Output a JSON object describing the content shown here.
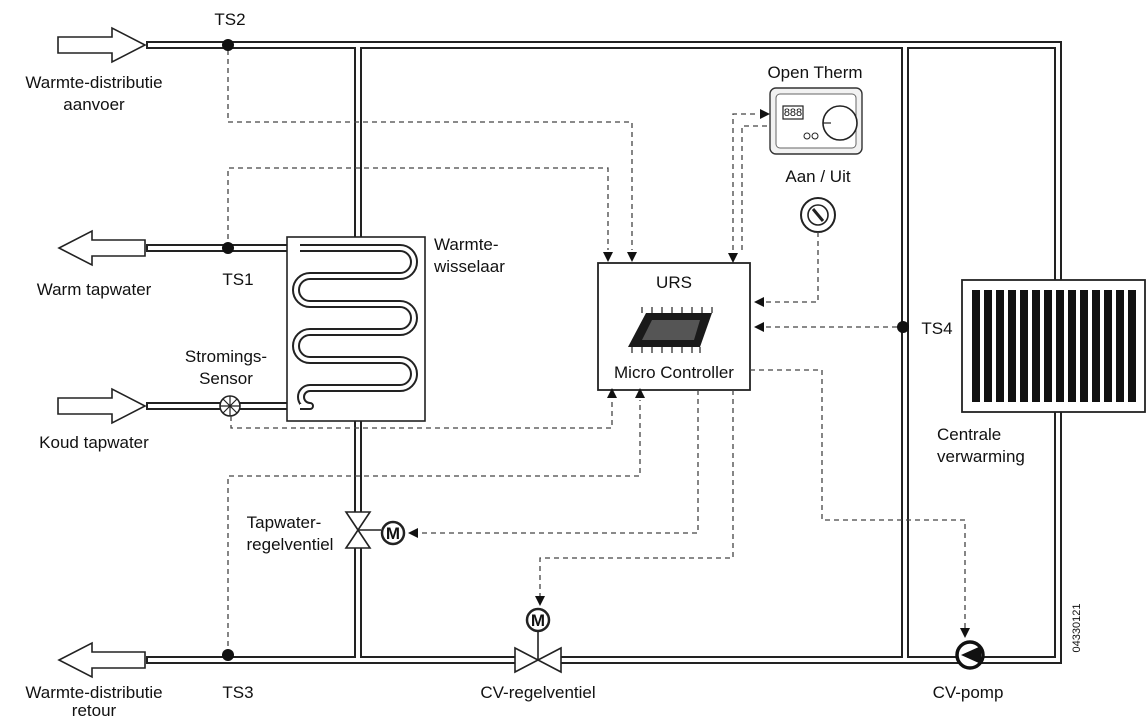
{
  "labels": {
    "ts1": "TS1",
    "ts2": "TS2",
    "ts3": "TS3",
    "ts4": "TS4",
    "supply_line1": "Warmte-distributie",
    "supply_line2": "aanvoer",
    "warm_water": "Warm tapwater",
    "cold_water": "Koud tapwater",
    "return_line1": "Warmte-distributie",
    "return_line2": "retour",
    "hx_line1": "Warmte-",
    "hx_line2": "wisselaar",
    "flow_line1": "Stromings-",
    "flow_line2": "Sensor",
    "tap_valve_line1": "Tapwater-",
    "tap_valve_line2": "regelventiel",
    "controller_title": "URS",
    "controller_subtitle": "Micro Controller",
    "open_therm": "Open Therm",
    "on_off": "Aan / Uit",
    "central_heating_line1": "Centrale",
    "central_heating_line2": "verwarming",
    "cv_valve": "CV-regelventiel",
    "cv_pump": "CV-pomp",
    "motor": "M",
    "doc_id": "04330121"
  },
  "colors": {
    "line": "#222222",
    "signal": "#444444",
    "background": "#ffffff"
  }
}
